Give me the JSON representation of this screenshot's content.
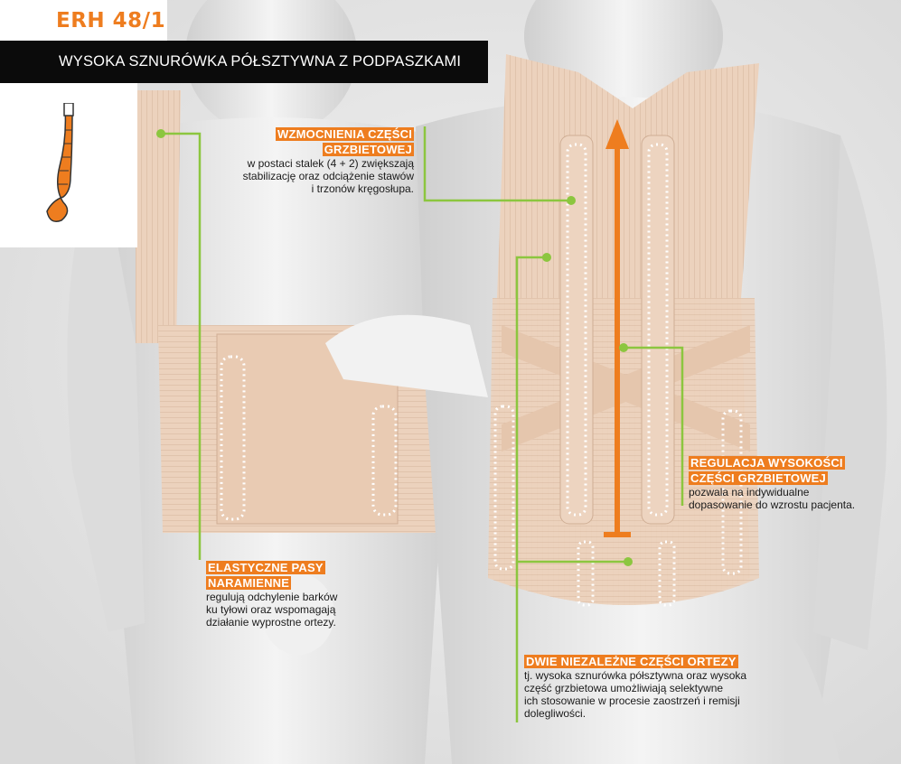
{
  "header": {
    "product_code": "ERH 48/1",
    "product_title": "WYSOKA SZNURÓWKA PÓŁSZTYWNA Z PODPASZKAMI"
  },
  "icons": {
    "spine": "spine-icon"
  },
  "colors": {
    "accent": "#ee7d1f",
    "leader": "#8cc63f",
    "title_bg": "#0b0b0b",
    "skin": "#ecd2bd"
  },
  "callouts": {
    "reinforcement": {
      "title_lines": [
        "WZMOCNIENIA CZĘŚCI",
        "GRZBIETOWEJ"
      ],
      "description_lines": [
        "w postaci stalek (4 + 2) zwiększają",
        "stabilizację oraz odciążenie stawów",
        "i trzonów kręgosłupa."
      ]
    },
    "height_adjust": {
      "title_lines": [
        "REGULACJA WYSOKOŚCI",
        "CZĘŚCI GRZBIETOWEJ"
      ],
      "description_lines": [
        "pozwala na indywidualne",
        "dopasowanie do wzrostu pacjenta."
      ]
    },
    "shoulder_straps": {
      "title_lines": [
        "ELASTYCZNE PASY",
        "NARAMIENNE"
      ],
      "description_lines": [
        "regulują odchylenie barków",
        "ku tyłowi oraz wspomagają",
        "działanie wyprostne ortezy."
      ]
    },
    "two_parts": {
      "title_lines": [
        "DWIE NIEZALEŻNE CZĘŚCI ORTEZY"
      ],
      "description_lines": [
        "tj. wysoka sznurówka półsztywna oraz wysoka",
        "część grzbietowa umożliwiają selektywne",
        "ich stosowanie w procesie zaostrzeń i remisji",
        "dolegliwości."
      ]
    }
  }
}
